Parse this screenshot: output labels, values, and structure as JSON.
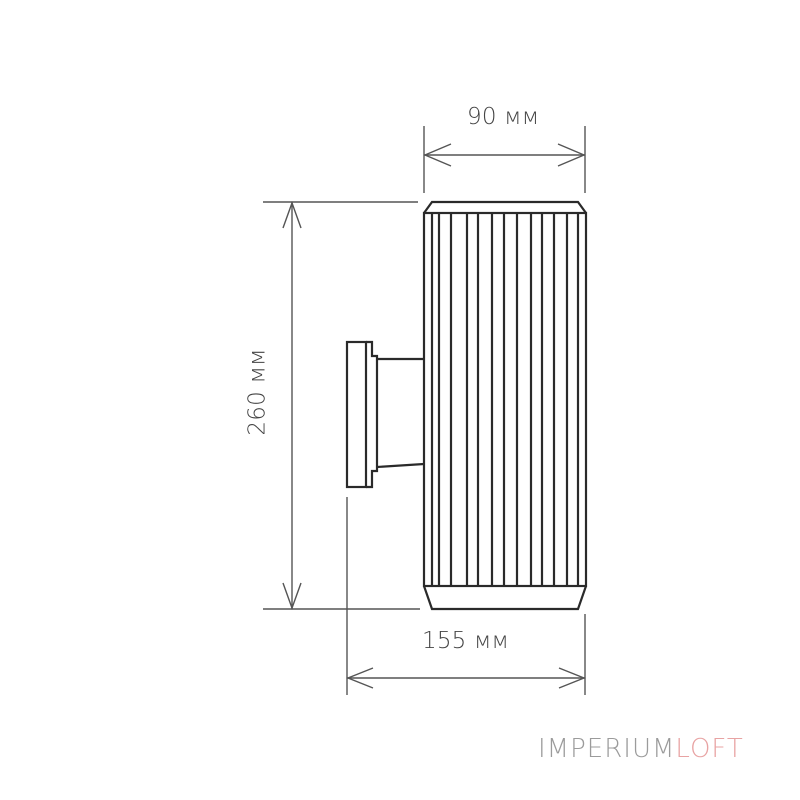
{
  "drawing": {
    "subject": "wall-light-cylinder-side-view",
    "dimensions": {
      "width_top": "90 мм",
      "height": "260 мм",
      "depth_bottom": "155 мм"
    },
    "colors": {
      "background": "#ffffff",
      "outline": "#2a2a2a",
      "dimension_line": "#555555",
      "text": "#444444"
    }
  },
  "brand": {
    "part1": "IMPERIUM",
    "part2": "LOFT",
    "color1": "#9b9b9b",
    "color2": "#e8a3a3"
  }
}
